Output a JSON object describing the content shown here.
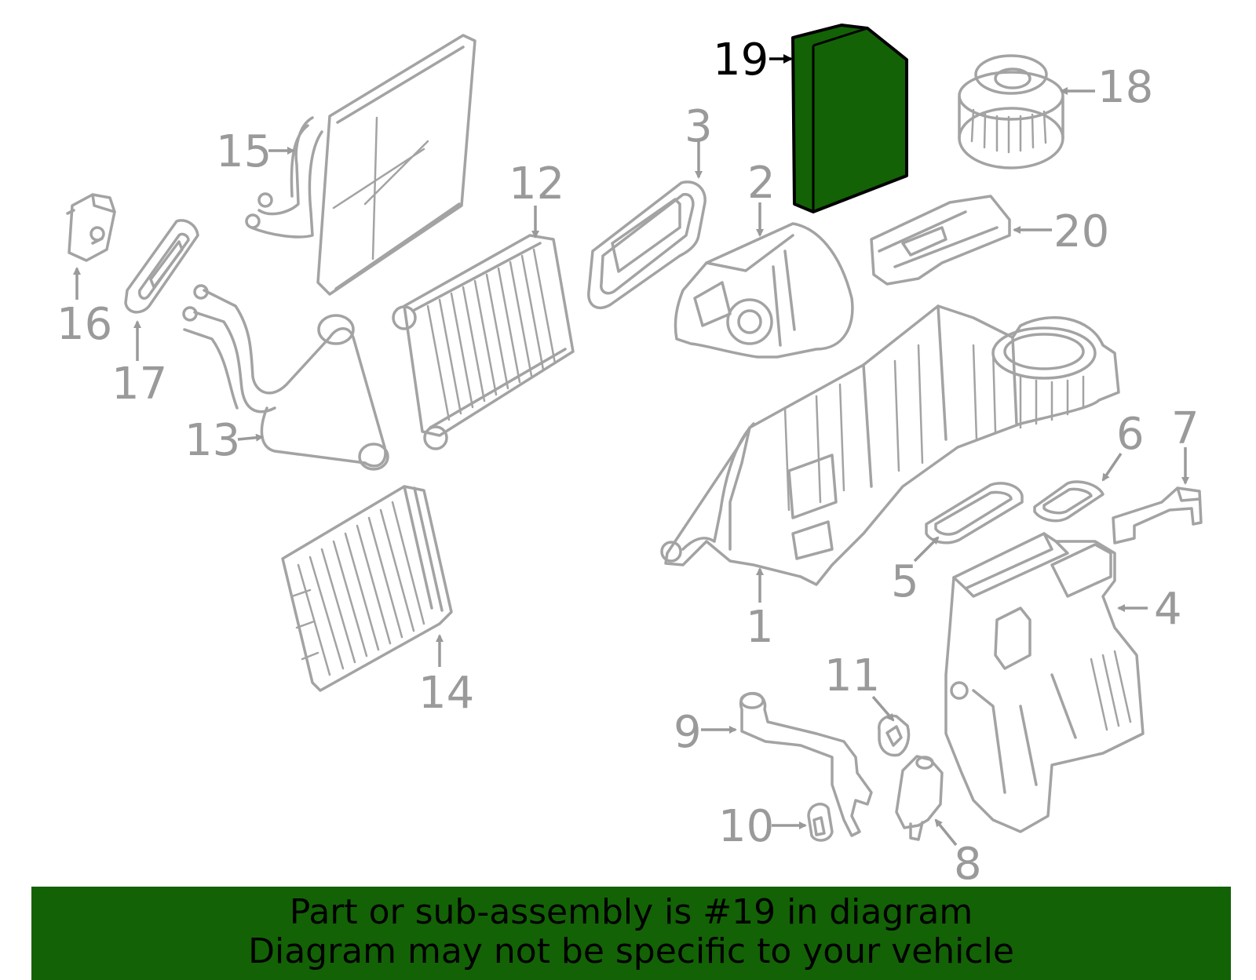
{
  "colors": {
    "highlight_fill": "#136206",
    "part_stroke": "#a3a3a3",
    "label_gray": "#9a9a9a",
    "highlight_label": "#000000",
    "banner_bg": "#136206"
  },
  "highlighted_part": "19",
  "callouts": {
    "c1": "1",
    "c2": "2",
    "c3": "3",
    "c4": "4",
    "c5": "5",
    "c6": "6",
    "c7": "7",
    "c8": "8",
    "c9": "9",
    "c10": "10",
    "c11": "11",
    "c12": "12",
    "c13": "13",
    "c14": "14",
    "c15": "15",
    "c16": "16",
    "c17": "17",
    "c18": "18",
    "c19": "19",
    "c20": "20"
  },
  "banner": {
    "line1": "Part or sub-assembly is #19 in diagram",
    "line2": "Diagram may not be specific to your vehicle"
  }
}
